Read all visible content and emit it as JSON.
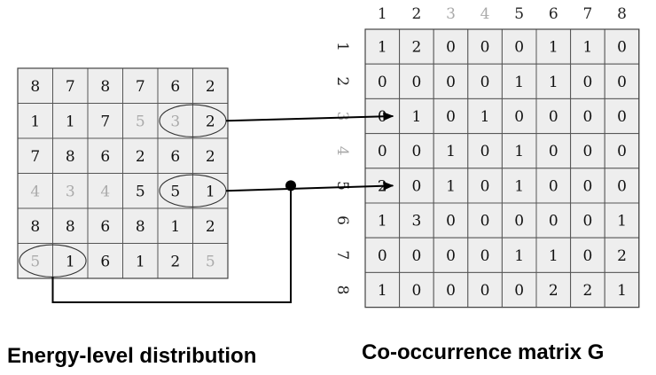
{
  "colors": {
    "text": "#111111",
    "faded_text": "#aaaaaa",
    "cell_fill": "#eeeeee",
    "grid_line": "#555555",
    "connector": "#000000"
  },
  "energy_grid": {
    "caption": "Energy-level distribution",
    "rows": [
      [
        {
          "v": "8"
        },
        {
          "v": "7"
        },
        {
          "v": "8"
        },
        {
          "v": "7"
        },
        {
          "v": "6"
        },
        {
          "v": "2"
        }
      ],
      [
        {
          "v": "1"
        },
        {
          "v": "1"
        },
        {
          "v": "7"
        },
        {
          "v": "5",
          "faded": true
        },
        {
          "v": "3",
          "faded": true
        },
        {
          "v": "2"
        }
      ],
      [
        {
          "v": "7"
        },
        {
          "v": "8"
        },
        {
          "v": "6"
        },
        {
          "v": "2"
        },
        {
          "v": "6"
        },
        {
          "v": "2"
        }
      ],
      [
        {
          "v": "4",
          "faded": true
        },
        {
          "v": "3",
          "faded": true
        },
        {
          "v": "4",
          "faded": true
        },
        {
          "v": "5"
        },
        {
          "v": "5"
        },
        {
          "v": "1"
        }
      ],
      [
        {
          "v": "8"
        },
        {
          "v": "8"
        },
        {
          "v": "6"
        },
        {
          "v": "8"
        },
        {
          "v": "1"
        },
        {
          "v": "2"
        }
      ],
      [
        {
          "v": "5",
          "faded": true
        },
        {
          "v": "1"
        },
        {
          "v": "6"
        },
        {
          "v": "1"
        },
        {
          "v": "2"
        },
        {
          "v": "5",
          "faded": true
        }
      ]
    ],
    "pair_highlights": [
      {
        "row": 1,
        "col": 4
      },
      {
        "row": 3,
        "col": 4
      },
      {
        "row": 5,
        "col": 0
      }
    ]
  },
  "cooccurrence": {
    "caption": "Co-occurrence matrix G",
    "col_labels": [
      {
        "v": "1"
      },
      {
        "v": "2"
      },
      {
        "v": "3",
        "faded": true
      },
      {
        "v": "4",
        "faded": true
      },
      {
        "v": "5"
      },
      {
        "v": "6"
      },
      {
        "v": "7"
      },
      {
        "v": "8"
      }
    ],
    "row_labels": [
      {
        "v": "1"
      },
      {
        "v": "2"
      },
      {
        "v": "3",
        "faded": true
      },
      {
        "v": "4",
        "faded": true
      },
      {
        "v": "5"
      },
      {
        "v": "6"
      },
      {
        "v": "7"
      },
      {
        "v": "8"
      }
    ],
    "rows": [
      [
        "1",
        "2",
        "0",
        "0",
        "0",
        "1",
        "1",
        "0"
      ],
      [
        "0",
        "0",
        "0",
        "0",
        "1",
        "1",
        "0",
        "0"
      ],
      [
        "0",
        "1",
        "0",
        "1",
        "0",
        "0",
        "0",
        "0"
      ],
      [
        "0",
        "0",
        "1",
        "0",
        "1",
        "0",
        "0",
        "0"
      ],
      [
        "2",
        "0",
        "1",
        "0",
        "1",
        "0",
        "0",
        "0"
      ],
      [
        "1",
        "3",
        "0",
        "0",
        "0",
        "0",
        "0",
        "1"
      ],
      [
        "0",
        "0",
        "0",
        "0",
        "1",
        "1",
        "0",
        "2"
      ],
      [
        "1",
        "0",
        "0",
        "0",
        "0",
        "2",
        "2",
        "1"
      ]
    ]
  },
  "connections": [
    {
      "from": {
        "row": 1,
        "col": 4
      },
      "to": {
        "row": 2,
        "col": 0
      }
    },
    {
      "from": {
        "row": 3,
        "col": 4
      },
      "to": {
        "row": 4,
        "col": 0
      }
    },
    {
      "from": {
        "row": 5,
        "col": 0
      },
      "to": {
        "row": 4,
        "col": 0
      },
      "via_junction": true
    }
  ]
}
